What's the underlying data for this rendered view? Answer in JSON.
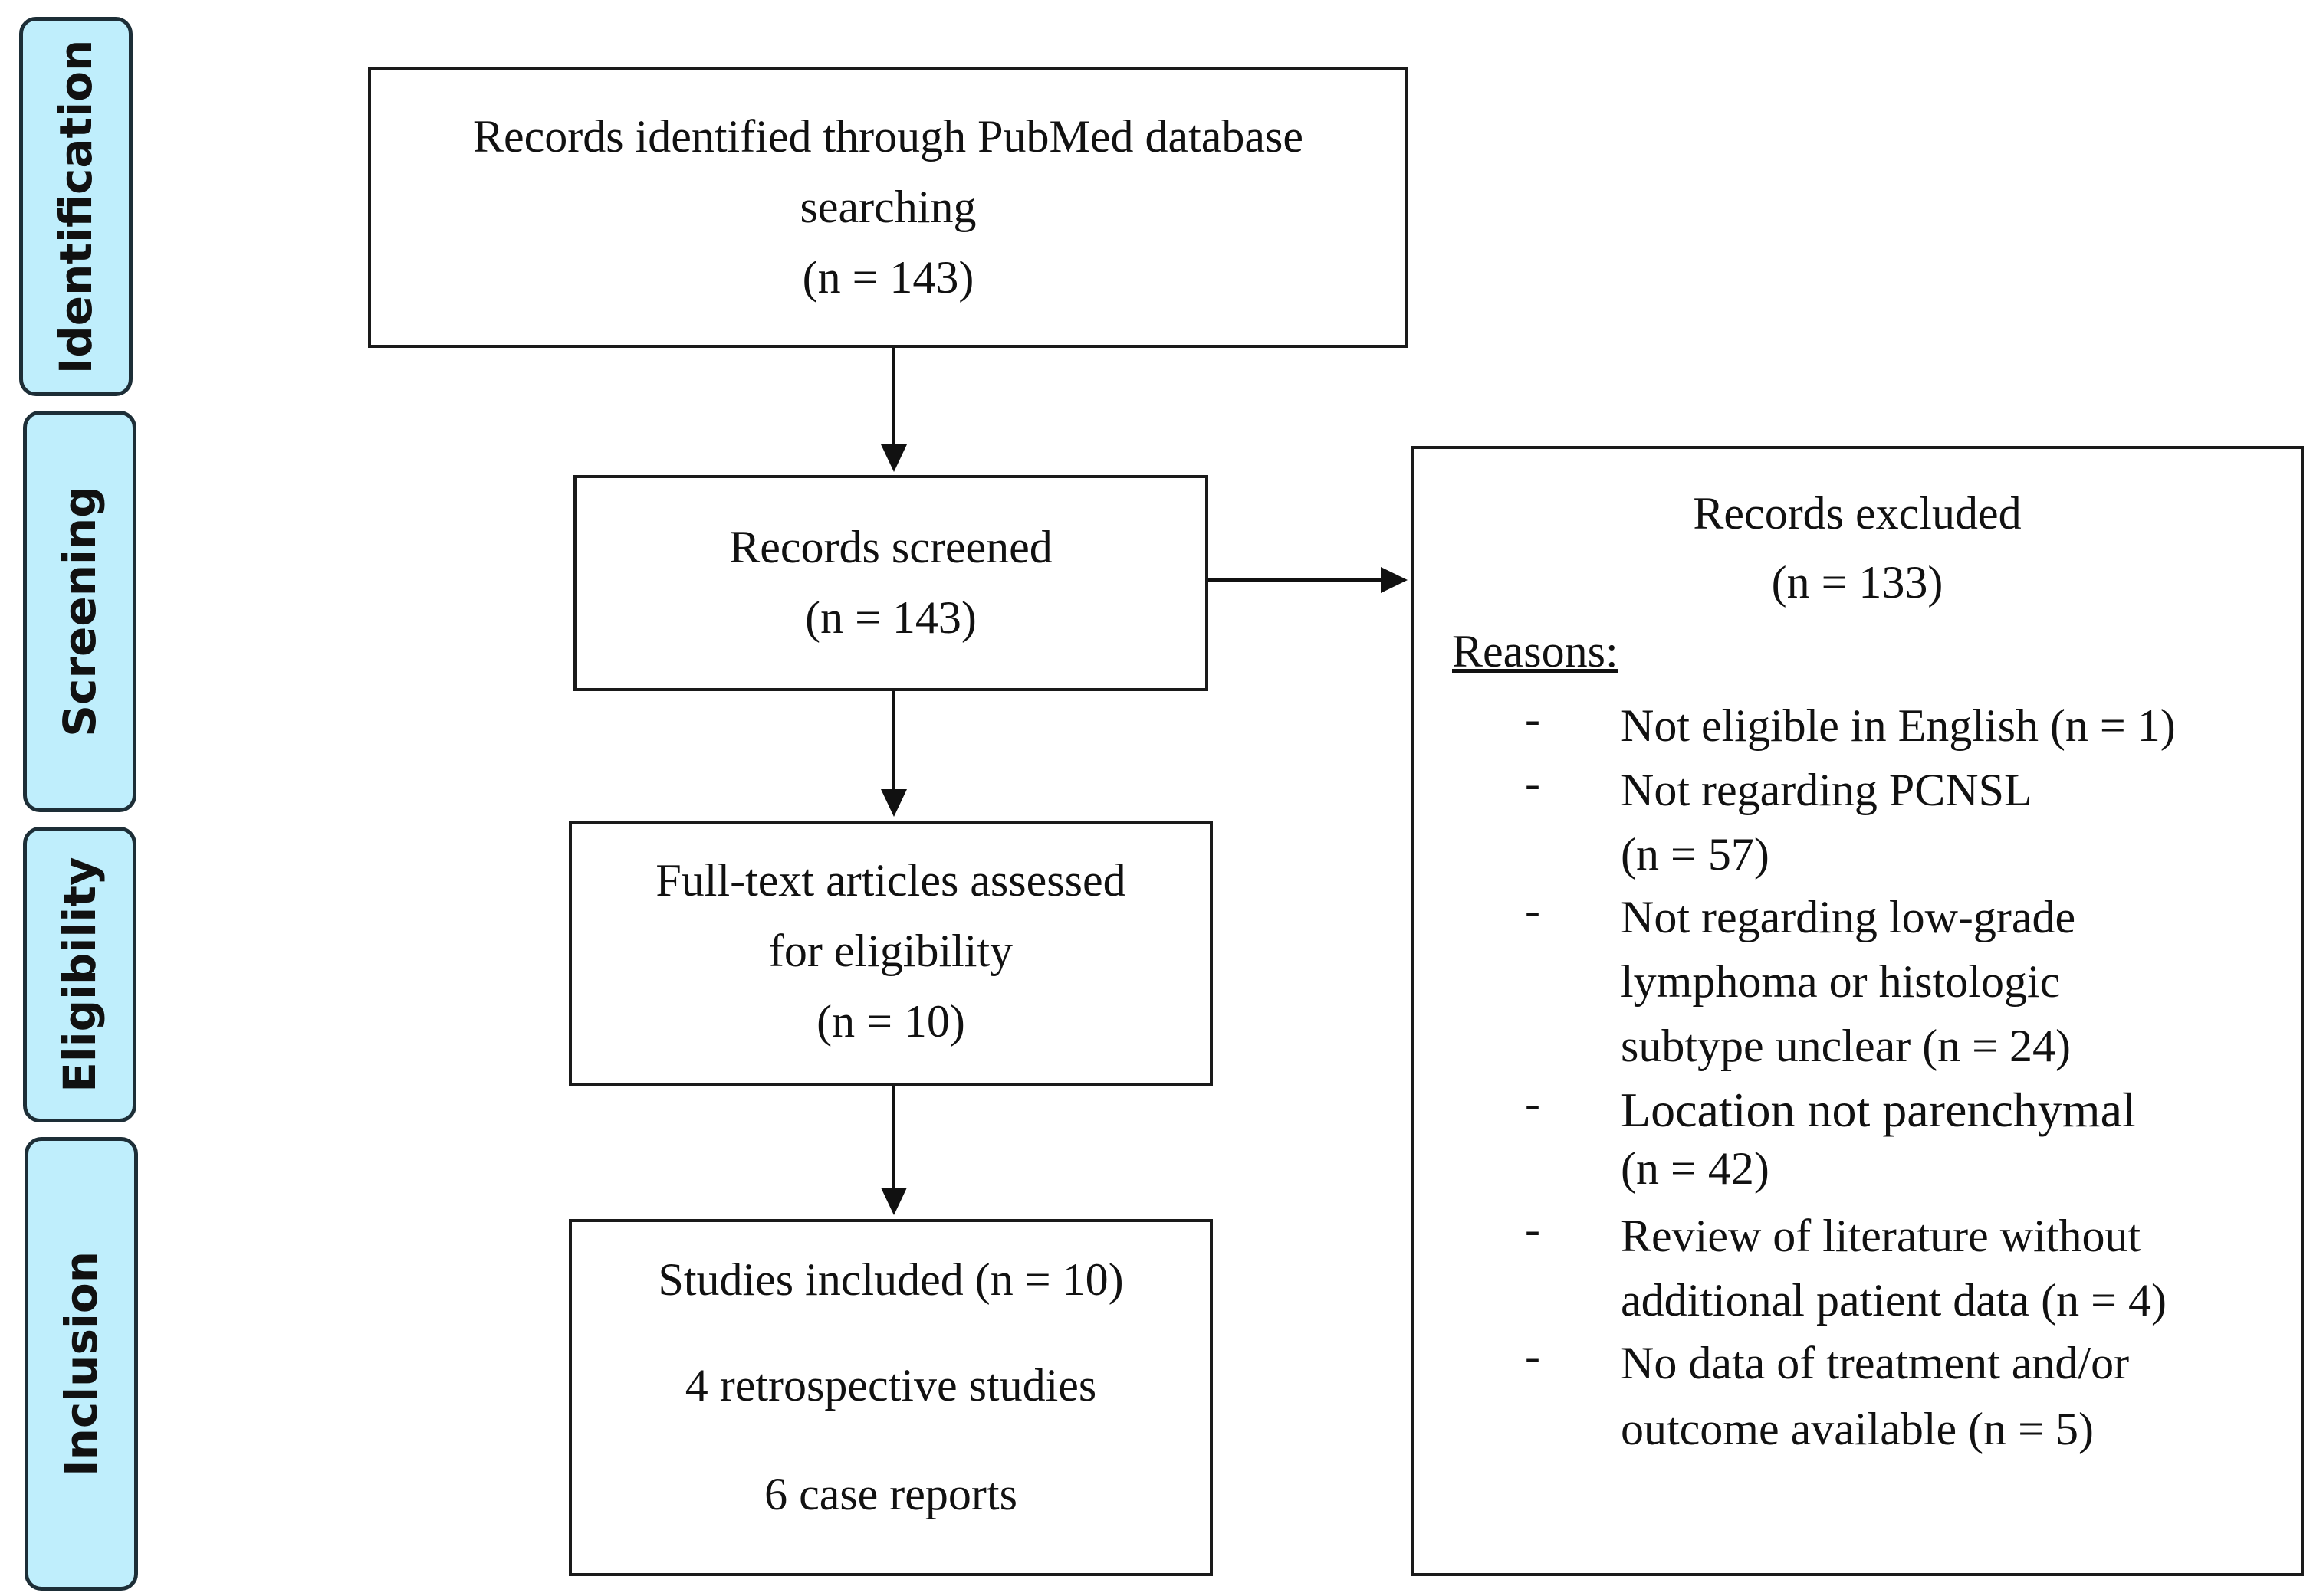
{
  "phases": {
    "identification": "Identification",
    "screening": "Screening",
    "eligibility": "Eligibility",
    "inclusion": "Inclusion"
  },
  "identified": {
    "line1": "Records identified through PubMed database",
    "line2": "searching",
    "line3": "(n = 143)"
  },
  "screened": {
    "line1": "Records screened",
    "line2": "(n = 143)"
  },
  "fulltext": {
    "line1": "Full-text articles assessed",
    "line2": "for eligibility",
    "line3": "(n = 10)"
  },
  "included": {
    "line1": "Studies included (n = 10)",
    "line2": "4 retrospective studies",
    "line3": "6 case reports"
  },
  "excluded": {
    "title": "Records excluded",
    "count": "(n = 133)",
    "reasons_label": "Reasons:",
    "bullet": "-",
    "reasons": [
      {
        "line1": "Not eligible in English (n = 1)"
      },
      {
        "line1": "Not regarding PCNSL",
        "line2": "(n = 57)"
      },
      {
        "line1": "Not regarding low-grade",
        "line2": "lymphoma or histologic",
        "line3": "subtype unclear (n = 24)"
      },
      {
        "line1": "Location not parenchymal",
        "line2": "(n = 42)"
      },
      {
        "line1": "Review of literature without",
        "line2": "additional patient data (n = 4)"
      },
      {
        "line1": "No data of treatment and/or",
        "line2": "outcome available (n = 5)"
      }
    ]
  }
}
